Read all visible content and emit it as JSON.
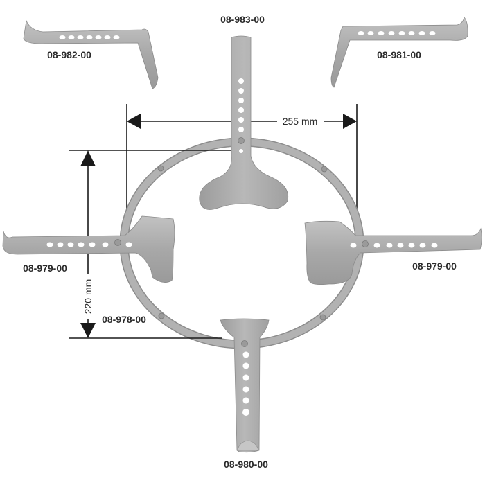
{
  "diagram": {
    "title": "Self-retaining retractor frame assembly",
    "parts": [
      {
        "id": "ring",
        "label": "08-978-00"
      },
      {
        "id": "lateral-blade-left",
        "label": "08-979-00"
      },
      {
        "id": "lateral-blade-right",
        "label": "08-979-00"
      },
      {
        "id": "bottom-blade",
        "label": "08-980-00"
      },
      {
        "id": "angled-blade-right",
        "label": "08-981-00"
      },
      {
        "id": "angled-blade-left",
        "label": "08-982-00"
      },
      {
        "id": "top-blade",
        "label": "08-983-00"
      }
    ],
    "dimensions": {
      "width": "255 mm",
      "height": "220 mm"
    },
    "colors": {
      "metal_light": "#b4b4b4",
      "metal_dark": "#8f8f8f",
      "text": "#2a2a2a",
      "lines": "#1a1a1a"
    }
  }
}
